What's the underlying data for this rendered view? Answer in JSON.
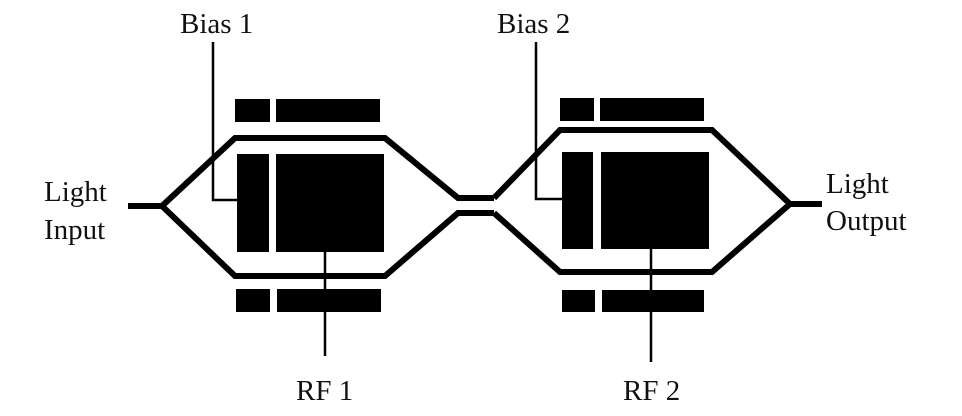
{
  "diagram": {
    "labels": {
      "bias1": "Bias 1",
      "bias2": "Bias 2",
      "light_input_line1": "Light",
      "light_input_line2": "Input",
      "light_output_line1": "Light",
      "light_output_line2": "Output",
      "rf1": "RF 1",
      "rf2": "RF 2"
    },
    "colors": {
      "ink": "#000000",
      "background": "#ffffff"
    }
  }
}
